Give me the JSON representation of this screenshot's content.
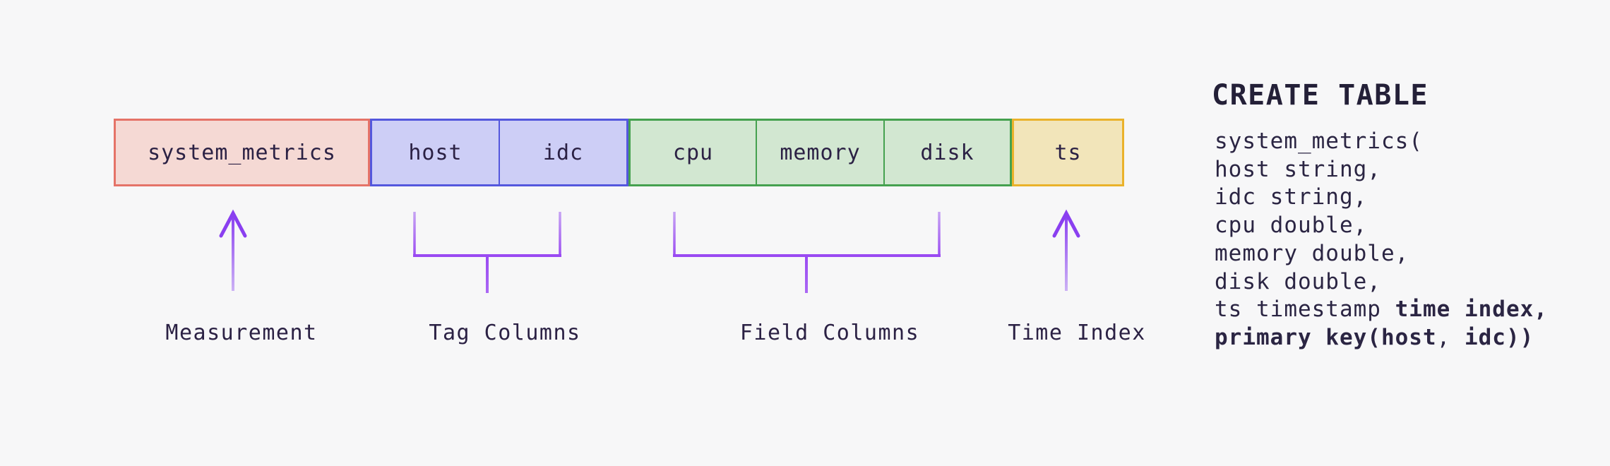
{
  "canvas": {
    "background": "#f7f7f8",
    "text_color": "#2b2342"
  },
  "row": {
    "groups": [
      {
        "name": "measurement",
        "fill": "#f5d9d4",
        "border": "#e57368",
        "cells": [
          "system_metrics"
        ]
      },
      {
        "name": "tag-columns",
        "fill": "#cdcef6",
        "border": "#5457dd",
        "cells": [
          "host",
          "idc"
        ]
      },
      {
        "name": "field-columns",
        "fill": "#d2e7d1",
        "border": "#45a14f",
        "cells": [
          "cpu",
          "memory",
          "disk"
        ]
      },
      {
        "name": "time-index",
        "fill": "#f2e5ba",
        "border": "#eab22b",
        "cells": [
          "ts"
        ]
      }
    ]
  },
  "labels": [
    {
      "text": "Measurement"
    },
    {
      "text": "Tag Columns"
    },
    {
      "text": "Field Columns"
    },
    {
      "text": "Time Index"
    }
  ],
  "sql": {
    "heading": "CREATE TABLE",
    "lines": [
      [
        {
          "t": "system_metrics(",
          "b": false
        }
      ],
      [
        {
          "t": "host string,",
          "b": false
        }
      ],
      [
        {
          "t": "idc string,",
          "b": false
        }
      ],
      [
        {
          "t": "cpu double,",
          "b": false
        }
      ],
      [
        {
          "t": "memory double,",
          "b": false
        }
      ],
      [
        {
          "t": "disk double,",
          "b": false
        }
      ],
      [
        {
          "t": "ts timestamp ",
          "b": false
        },
        {
          "t": "time index,",
          "b": true
        }
      ],
      [
        {
          "t": "primary key(host",
          "b": true
        },
        {
          "t": ",",
          "b": false
        },
        {
          "t": " idc))",
          "b": true
        }
      ]
    ]
  },
  "connectors": {
    "arrow_main": "#8a3ff0",
    "bracket_main": "#9a4af2",
    "shaft_light": "#cdb4f5",
    "bracket_light": "#c7a5f3"
  }
}
